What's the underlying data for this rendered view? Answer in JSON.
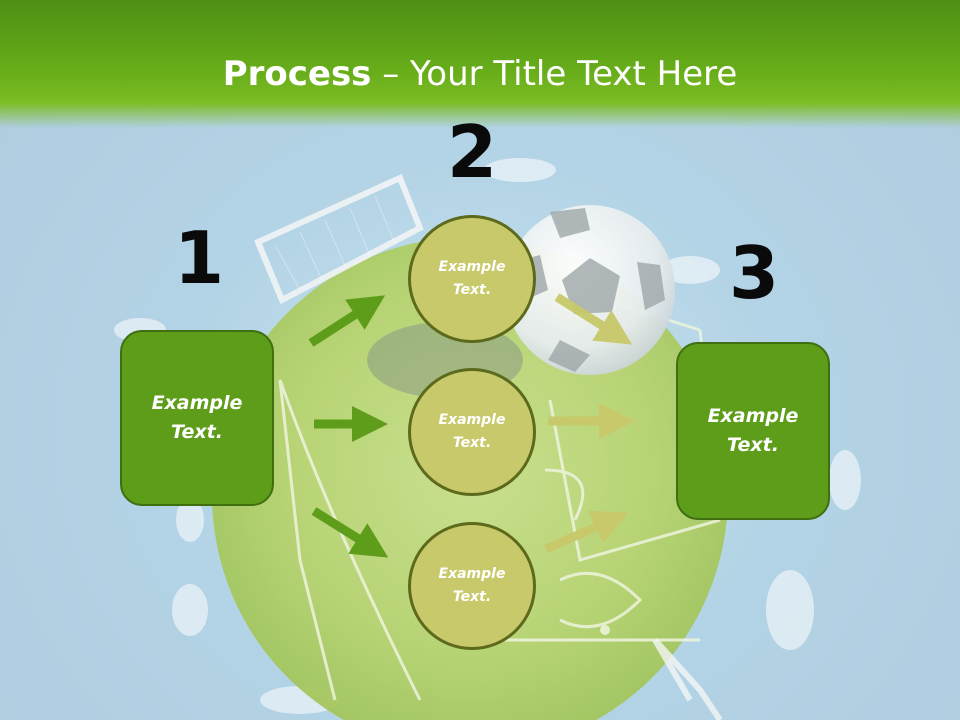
{
  "slide": {
    "title_bold": "Process",
    "title_rest": " – Your Title Text Here"
  },
  "steps": {
    "n1": "1",
    "n2": "2",
    "n3": "3"
  },
  "left_box": {
    "text": "Example Text."
  },
  "right_box": {
    "text": "Example Text."
  },
  "circles": [
    {
      "text": "Example Text."
    },
    {
      "text": "Example Text."
    },
    {
      "text": "Example Text."
    }
  ],
  "colors": {
    "header_green": "#67ad19",
    "box_green": "#5e9d1a",
    "circle_olive": "#c8c96a",
    "arrow_green": "#5e9d1a",
    "arrow_olive": "#c8c96a"
  }
}
